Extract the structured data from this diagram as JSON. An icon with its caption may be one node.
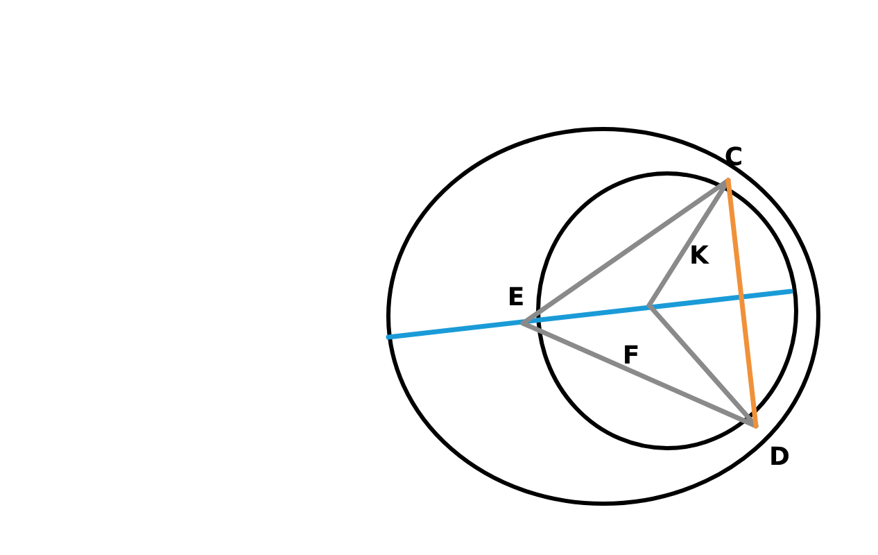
{
  "diagram": {
    "labels": [
      "C",
      "K",
      "E",
      "F",
      "D"
    ]
  }
}
